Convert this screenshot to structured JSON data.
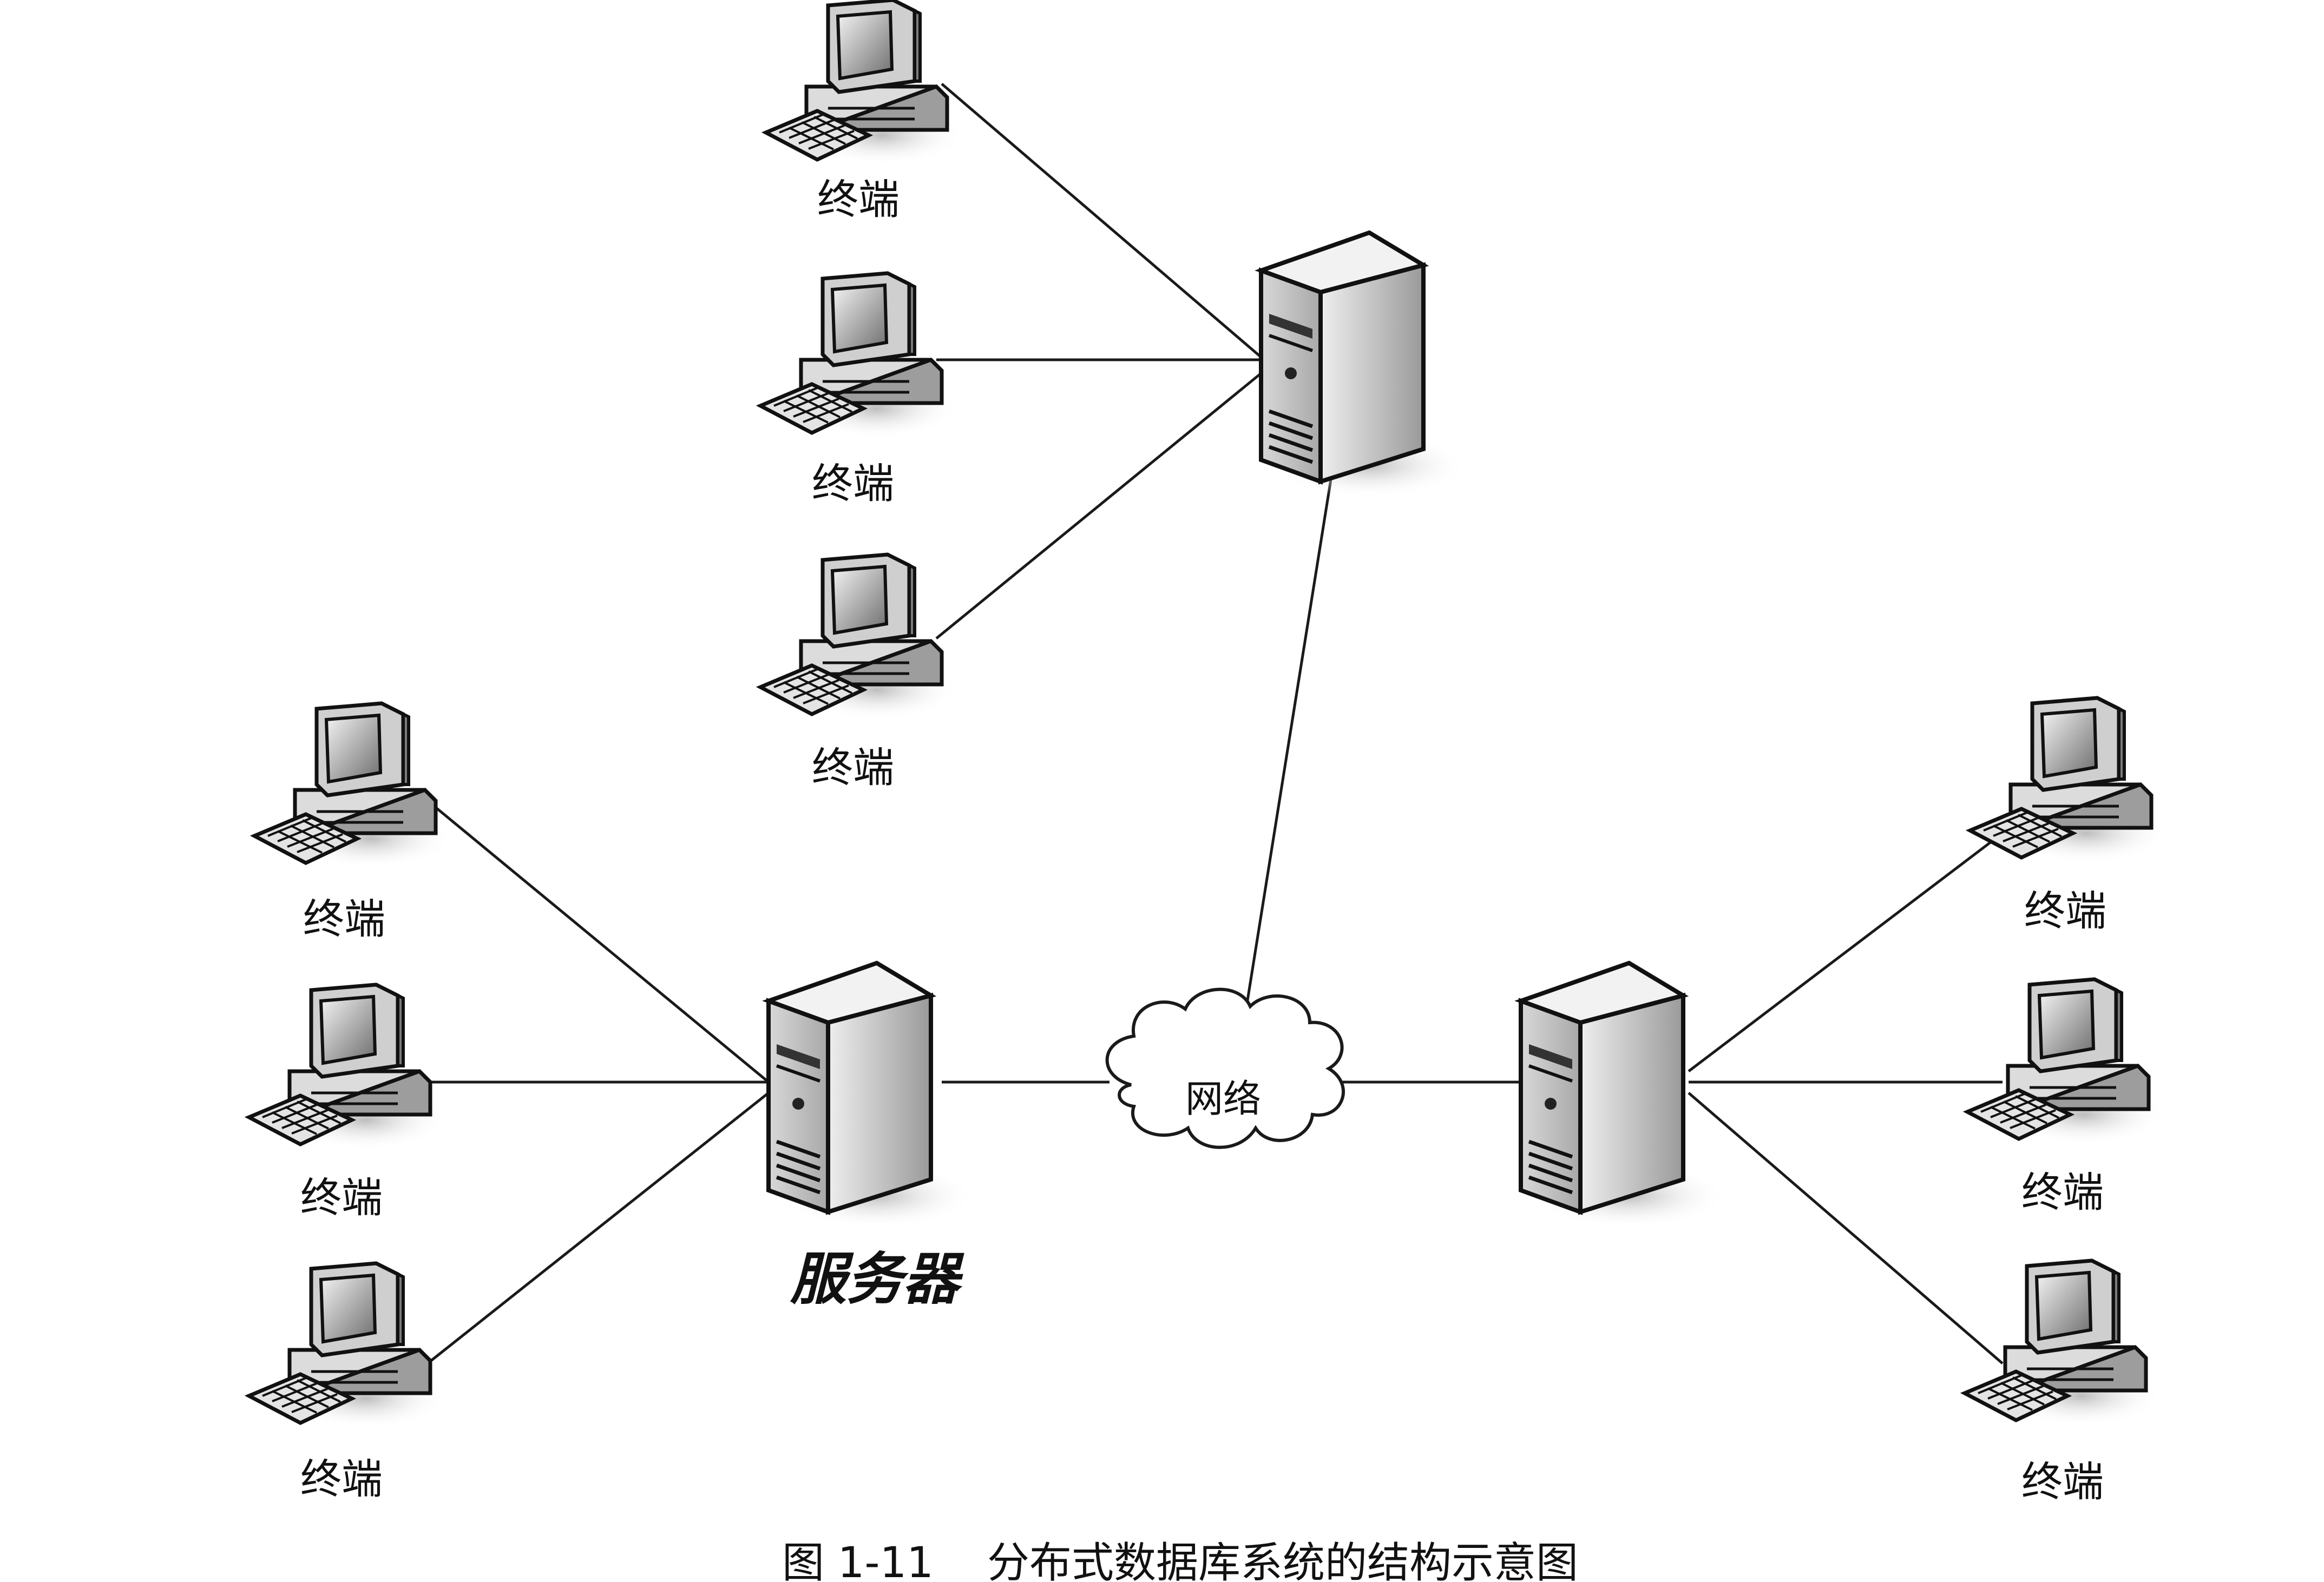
{
  "diagram": {
    "caption": "图 1-11    分布式数据库系统的结构示意图",
    "network_label": "网络",
    "servers": [
      {
        "id": "server-top",
        "label": ""
      },
      {
        "id": "server-left",
        "label": "服务器"
      },
      {
        "id": "server-right",
        "label": ""
      }
    ],
    "terminals": [
      {
        "group": "top",
        "label": "终端"
      },
      {
        "group": "top",
        "label": "终端"
      },
      {
        "group": "top",
        "label": "终端"
      },
      {
        "group": "left",
        "label": "终端"
      },
      {
        "group": "left",
        "label": "终端"
      },
      {
        "group": "left",
        "label": "终端"
      },
      {
        "group": "right",
        "label": "终端"
      },
      {
        "group": "right",
        "label": "终端"
      },
      {
        "group": "right",
        "label": "终端"
      }
    ],
    "icons": {
      "terminal": "desktop-computer-icon",
      "server": "server-tower-icon",
      "network": "cloud-icon"
    },
    "colors": {
      "line": "#1a1a1a",
      "background": "#ffffff"
    }
  }
}
